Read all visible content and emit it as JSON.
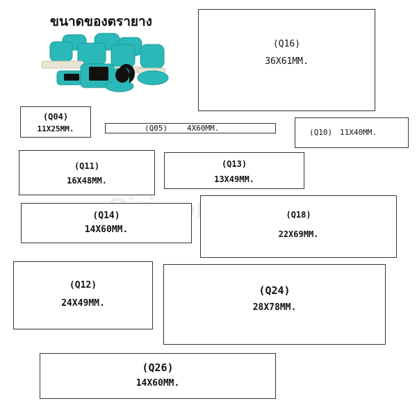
{
  "title": "ขนาดของตรายาง",
  "watermark": "Siriwongpanid",
  "colors": {
    "stamp_teal": "#2bb8b8",
    "stamp_base": "#e8e4d4",
    "stamp_face": "#111111"
  },
  "stamps": [
    {
      "code": "(Q16)",
      "size": "36X61MM."
    },
    {
      "code": "(Q04)",
      "size": "11X25MM."
    },
    {
      "code": "(Q05)",
      "size": "4X60MM."
    },
    {
      "code": "(Q10)",
      "size": "11X40MM."
    },
    {
      "code": "(Q11)",
      "size": "16X48MM."
    },
    {
      "code": "(Q13)",
      "size": "13X49MM."
    },
    {
      "code": "(Q14)",
      "size": "14X60MM."
    },
    {
      "code": "(Q18)",
      "size": "22X69MM."
    },
    {
      "code": "(Q12)",
      "size": "24X49MM."
    },
    {
      "code": "(Q24)",
      "size": "28X78MM."
    },
    {
      "code": "(Q26)",
      "size": "14X60MM."
    }
  ]
}
